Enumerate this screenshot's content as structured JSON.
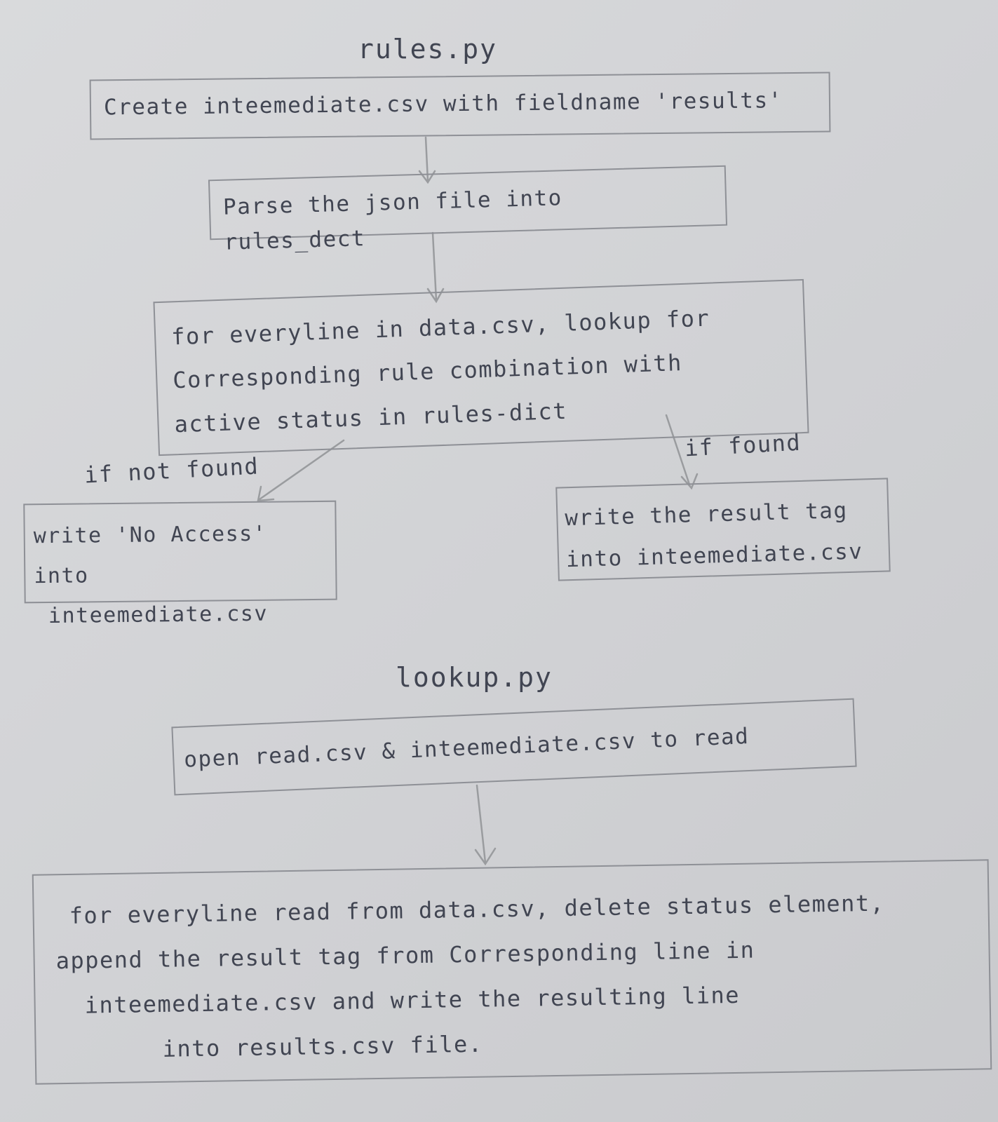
{
  "rules": {
    "title": "rules.py",
    "step_create": "Create inteemediate.csv with fieldname 'results'",
    "step_parse": "Parse the json file into rules_dect",
    "step_lookup": {
      "line1": "for everyline in data.csv, lookup for",
      "line2": "Corresponding rule combination with",
      "line3": "active status in rules-dict"
    },
    "branch_not_found": "if not found",
    "branch_found": "if found",
    "step_no_access": {
      "line1": "write 'No Access' into",
      "line2": "inteemediate.csv"
    },
    "step_write_tag": {
      "line1": "write the result tag",
      "line2": "into inteemediate.csv"
    }
  },
  "lookup": {
    "title": "lookup.py",
    "step_open": "open read.csv & inteemediate.csv to read",
    "step_process": {
      "line1": "for everyline read from data.csv, delete status element,",
      "line2": "append the result tag from Corresponding line in",
      "line3": "inteemediate.csv and write the resulting line",
      "line4": "into results.csv file."
    }
  },
  "colors": {
    "paper": "#d4d5d8",
    "pencil": "#414552",
    "box_stroke": "#8e9096",
    "arrow_stroke": "#9a9c9f"
  }
}
